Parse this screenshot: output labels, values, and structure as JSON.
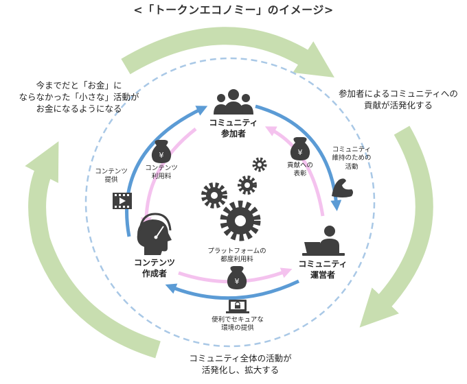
{
  "title": "<「トークンエコノミー」のイメージ>",
  "outer_captions": {
    "top_left": [
      "今までだと「お金」に",
      "ならなかった「小さな」活動が",
      "お金になるようになる"
    ],
    "right": [
      "参加者によるコミュニティへの",
      "貢献が活発化する"
    ],
    "bottom": [
      "コミュニティ全体の活動が",
      "活発化し、拡大する"
    ]
  },
  "nodes": {
    "participants": [
      "コミュニティ",
      "参加者"
    ],
    "creator": [
      "コンテンツ",
      "作成者"
    ],
    "operator": [
      "コミュニティ",
      "運営者"
    ]
  },
  "flows": {
    "content_fee": [
      "コンテンツ",
      "利用料"
    ],
    "content_provision": [
      "コンテンツ",
      "提供"
    ],
    "recognition": [
      "貢献への",
      "表彰"
    ],
    "maintenance": [
      "コミュニティ",
      "維持のための",
      "活動"
    ],
    "platform_fee": [
      "プラットフォームの",
      "都度利用料"
    ],
    "secure_env": [
      "便利でセキュアな",
      "環境の提供"
    ]
  },
  "icons": {
    "people": "group-people-icon",
    "creator": "head-with-headset-icon",
    "operator": "person-at-laptop-icon",
    "coin": "yen-money-bag-icon",
    "gears": "gears-icon",
    "film": "film-strip-icon",
    "flex": "flexed-arm-icon",
    "secure": "secure-laptop-icon"
  },
  "colors": {
    "outer_arrow": "#c8deb0",
    "dashed_circle": "#a9c8e6",
    "blue_arrow": "#5b9bd5",
    "pink_arrow": "#f4c2ee",
    "icon": "#3f3f3f"
  }
}
